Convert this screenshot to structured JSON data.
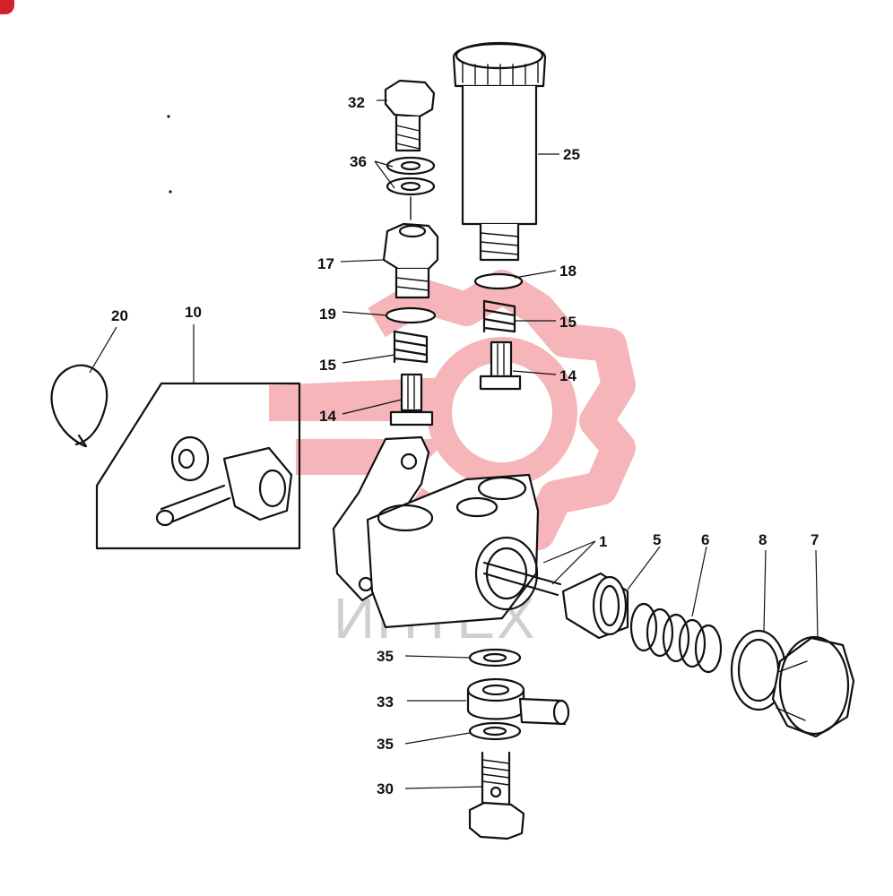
{
  "watermark": {
    "text": "ИНТЕХ",
    "logo_color": "#f4a9ad",
    "text_color": "#cfcfcf"
  },
  "labels": {
    "p1": "1",
    "p5": "5",
    "p6": "6",
    "p7": "7",
    "p8": "8",
    "p10": "10",
    "p14a": "14",
    "p14b": "14",
    "p15a": "15",
    "p15b": "15",
    "p17": "17",
    "p18": "18",
    "p19": "19",
    "p20": "20",
    "p25": "25",
    "p30": "30",
    "p32": "32",
    "p33": "33",
    "p35a": "35",
    "p35b": "35",
    "p36": "36"
  }
}
